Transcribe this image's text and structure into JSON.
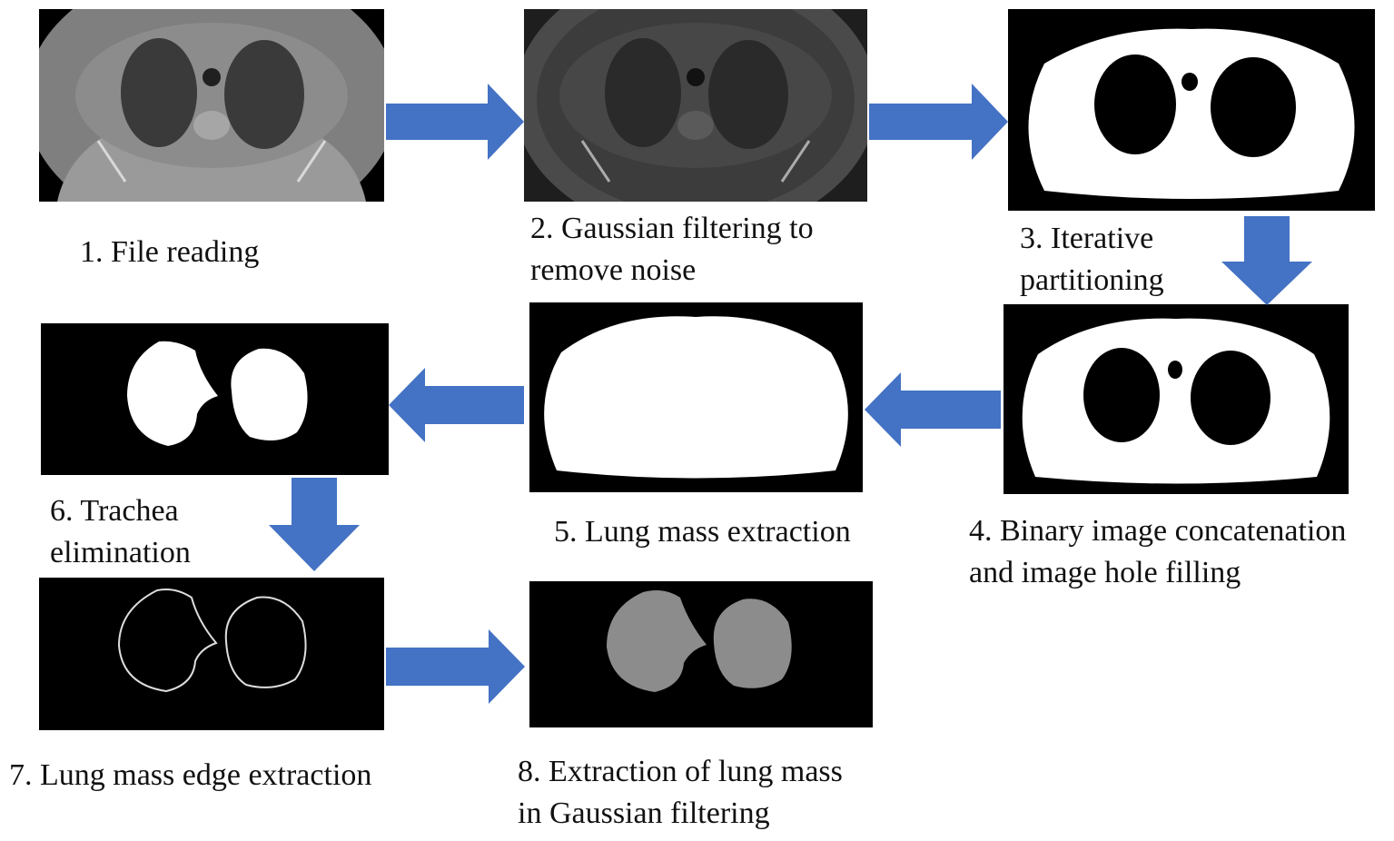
{
  "steps": [
    {
      "id": 1,
      "caption_lines": [
        "1. File reading"
      ]
    },
    {
      "id": 2,
      "caption_lines": [
        "2. Gaussian filtering to",
        "remove noise"
      ]
    },
    {
      "id": 3,
      "caption_lines": [
        "3. Iterative",
        "partitioning"
      ]
    },
    {
      "id": 4,
      "caption_lines": [
        "4. Binary image concatenation",
        "and image hole filling"
      ]
    },
    {
      "id": 5,
      "caption_lines": [
        "5. Lung mass extraction"
      ]
    },
    {
      "id": 6,
      "caption_lines": [
        "6. Trachea",
        "elimination"
      ]
    },
    {
      "id": 7,
      "caption_lines": [
        "7. Lung mass edge extraction"
      ]
    },
    {
      "id": 8,
      "caption_lines": [
        "8. Extraction of lung mass",
        "in Gaussian filtering"
      ]
    }
  ],
  "flow": [
    {
      "from": 1,
      "to": 2,
      "direction": "right"
    },
    {
      "from": 2,
      "to": 3,
      "direction": "right"
    },
    {
      "from": 3,
      "to": 4,
      "direction": "down"
    },
    {
      "from": 4,
      "to": 5,
      "direction": "left"
    },
    {
      "from": 5,
      "to": 6,
      "direction": "left"
    },
    {
      "from": 6,
      "to": 7,
      "direction": "down"
    },
    {
      "from": 7,
      "to": 8,
      "direction": "right"
    }
  ],
  "colors": {
    "arrow": "#4472C4",
    "background": "#FFFFFF",
    "panel_black": "#000000"
  }
}
